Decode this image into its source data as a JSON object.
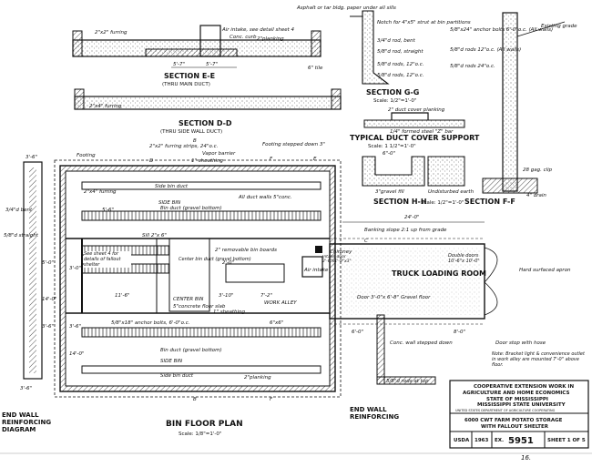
{
  "sections": {
    "ee": {
      "title": "SECTION E-E",
      "subtitle": "(THRU MAIN DUCT)",
      "notes": [
        "2\"x2\" furring",
        "Air intake, see detail sheet 4",
        "2\"planking",
        "Conc. curb",
        "6\" tile",
        "5'-7\"",
        "5'-7\""
      ]
    },
    "dd": {
      "title": "SECTION D-D",
      "subtitle": "(THRU SIDE WALL DUCT)",
      "notes": [
        "2\"x4\" furring"
      ]
    },
    "gg": {
      "title": "SECTION G-G",
      "scale": "Scale: 1/2\"=1'-0\"",
      "notes": [
        "Asphalt or tar bldg. paper under all sills",
        "Notch for 4\"x5\" strut at bin partitions",
        "3/4\"d rod, bent",
        "5/8\"d rod, straight",
        "5/8\"d rods, 12\"o.c.",
        "5/8\"d rods, 12\"o.c."
      ]
    },
    "duct": {
      "title": "TYPICAL DUCT COVER SUPPORT",
      "scale": "Scale: 1 1/2\"=1'-0\"",
      "notes": [
        "2\" duct cover planking",
        "1/4\" formed steel \"Z\" bar"
      ]
    },
    "hh": {
      "title": "SECTION H-H",
      "scale": "Scale: 1/2\"=1'-0\"",
      "notes": [
        "3\"gravel fill",
        "Undisturbed earth",
        "6\"-0\""
      ]
    },
    "ff": {
      "title": "SECTION F-F",
      "notes": [
        "5/8\"x24\" anchor bolts 6'-0\"o.c. (All walls)",
        "5/8\"d rods 12\"o.c. (All walls)",
        "5/8\"d rods 24\"o.c.",
        "Existing grade",
        "28 gag. clip",
        "4\" drain"
      ]
    }
  },
  "plan": {
    "title": "BIN FLOOR PLAN",
    "scale": "Scale: 1/8\"=1'-0\"",
    "labels": {
      "footing": "Footing",
      "footing_stepped": "Footing stepped down 3\"",
      "furring_strips": "2\"x2\" furring strips, 24\"o.c.",
      "vapor_barrier": "Vapor barrier",
      "sheathing_top": "1\" sheathing",
      "furring_left": "2\"x4\" furring",
      "side_bin_duct_top": "Side bin duct",
      "side_bin_top": "SIDE BIN",
      "all_duct_walls": "All duct walls 5\"conc.",
      "bin_duct_top": "Bin duct (gravel bottom)",
      "sill": "Sill 2\"x 6\"",
      "see_detail": "See sheet 4 for details of fallout shelter",
      "removable_boards": "2\" removable bin boards",
      "center_bin_duct": "Center bin duct (gravel bottom)",
      "chimney": "Chimney",
      "intake_door": "Intake door 2'-6\"x1'-9\"x3\"",
      "air_intake": "Air intake",
      "center_bin": "CENTER BIN",
      "concrete_floor": "5\"concrete floor slab",
      "sheathing_mid": "1\" sheathing",
      "work_alley": "WORK ALLEY",
      "anchor_bolts": "5/8\"x18\" anchor bolts, 6'-0\"o.c.",
      "post": "6\"x6\"",
      "bin_duct_bottom": "Bin duct (gravel bottom)",
      "side_bin_bottom": "SIDE BIN",
      "side_bin_duct_bottom": "Side bin duct",
      "planking": "2\"planking",
      "banking": "Banking slope 2:1 up from grade",
      "truck_room": "TRUCK LOADING ROOM",
      "double_doors": "Double doors 10'-6\"x 10'-0\"",
      "door": "Door 3'-0\"x 6'-8\"",
      "gravel_floor": "Gravel floor",
      "conc_wall": "Conc. wall stepped down",
      "door_stop": "Door stop with hose",
      "hard_apron": "Hard surfaced apron",
      "rods_top": "5/8\"d rods at top",
      "dim_24": "24'-0\"",
      "dim_6a": "6'-0\"",
      "dim_8": "8'-0\"",
      "dim_11_6": "11'-6\"",
      "dim_3_10": "3'-10\"",
      "dim_7_2": "7'-2\"",
      "dim_3_0": "3'-0\"",
      "dim_2_0": "2'-0\"",
      "dim_5_6": "5'-6\"",
      "dim_3_6": "3'-6\"",
      "dim_14": "14'-0\"",
      "mark_b_top": "B",
      "mark_b_bottom": "B",
      "mark_c": "C",
      "mark_d": "D",
      "mark_e": "E",
      "mark_f1": "F",
      "mark_f2": "F"
    }
  },
  "end_wall_left": {
    "title": "END WALL REINFORCING DIAGRAM",
    "notes": [
      "3/4\"d bent",
      "5/8\"d straight",
      "3'-6\"",
      "3'-6\"",
      "5'-0\"",
      "14'-0\"",
      "3'-6\""
    ]
  },
  "end_wall_right": {
    "title": "END WALL REINFORCING"
  },
  "note_bracket": "Note: Bracket light & convenience outlet in work alley are mounted 7'-0\" above floor.",
  "title_block": {
    "line1": "COOPERATIVE EXTENSION WORK IN",
    "line2": "AGRICULTURE AND HOME ECONOMICS",
    "line3": "STATE OF MISSISSIPPI",
    "line4": "MISSISSIPPI STATE UNIVERSITY",
    "line5": "UNITED STATES DEPARTMENT OF AGRICULTURE COOPERATING",
    "project1": "6000 CWT FARM POTATO STORAGE",
    "project2": "WITH FALLOUT SHELTER",
    "usda": "USDA",
    "year": "1963",
    "ex_label": "EX.",
    "ex_number": "5951",
    "sheet": "SHEET 1 OF 5"
  },
  "page_number": "16."
}
